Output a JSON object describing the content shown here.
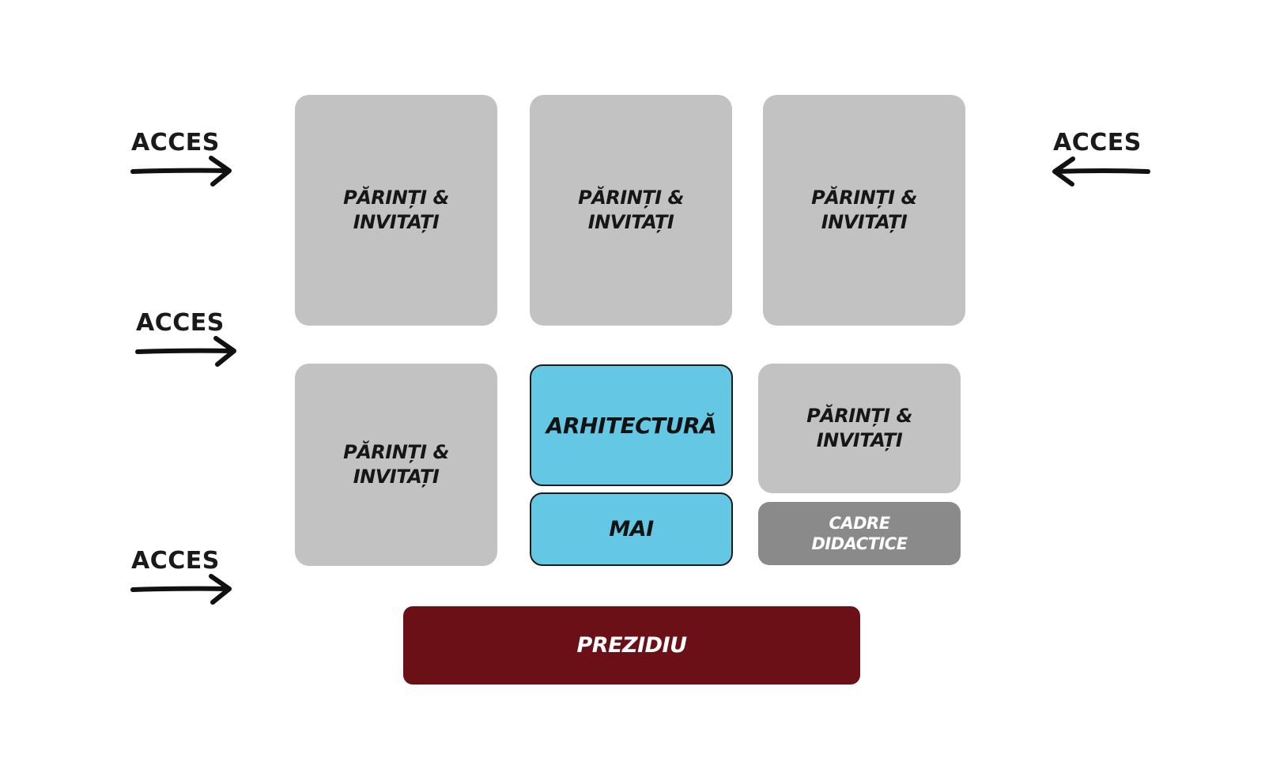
{
  "labels": {
    "guests": "PĂRINȚI &\nINVITAȚI",
    "architecture": "ARHITECTURĂ",
    "mai": "MAI",
    "staff": "CADRE\nDIDACTICE",
    "presidium": "PREZIDIU",
    "access": "ACCES"
  },
  "colors": {
    "guest_zone": "#c3c2c3",
    "architecture_zone": "#64c8e4",
    "staff_zone": "#8a8a8a",
    "presidium_zone": "#6c1017"
  },
  "icons": {
    "access_arrow_right": "arrow-right-icon",
    "access_arrow_left": "arrow-left-icon"
  }
}
